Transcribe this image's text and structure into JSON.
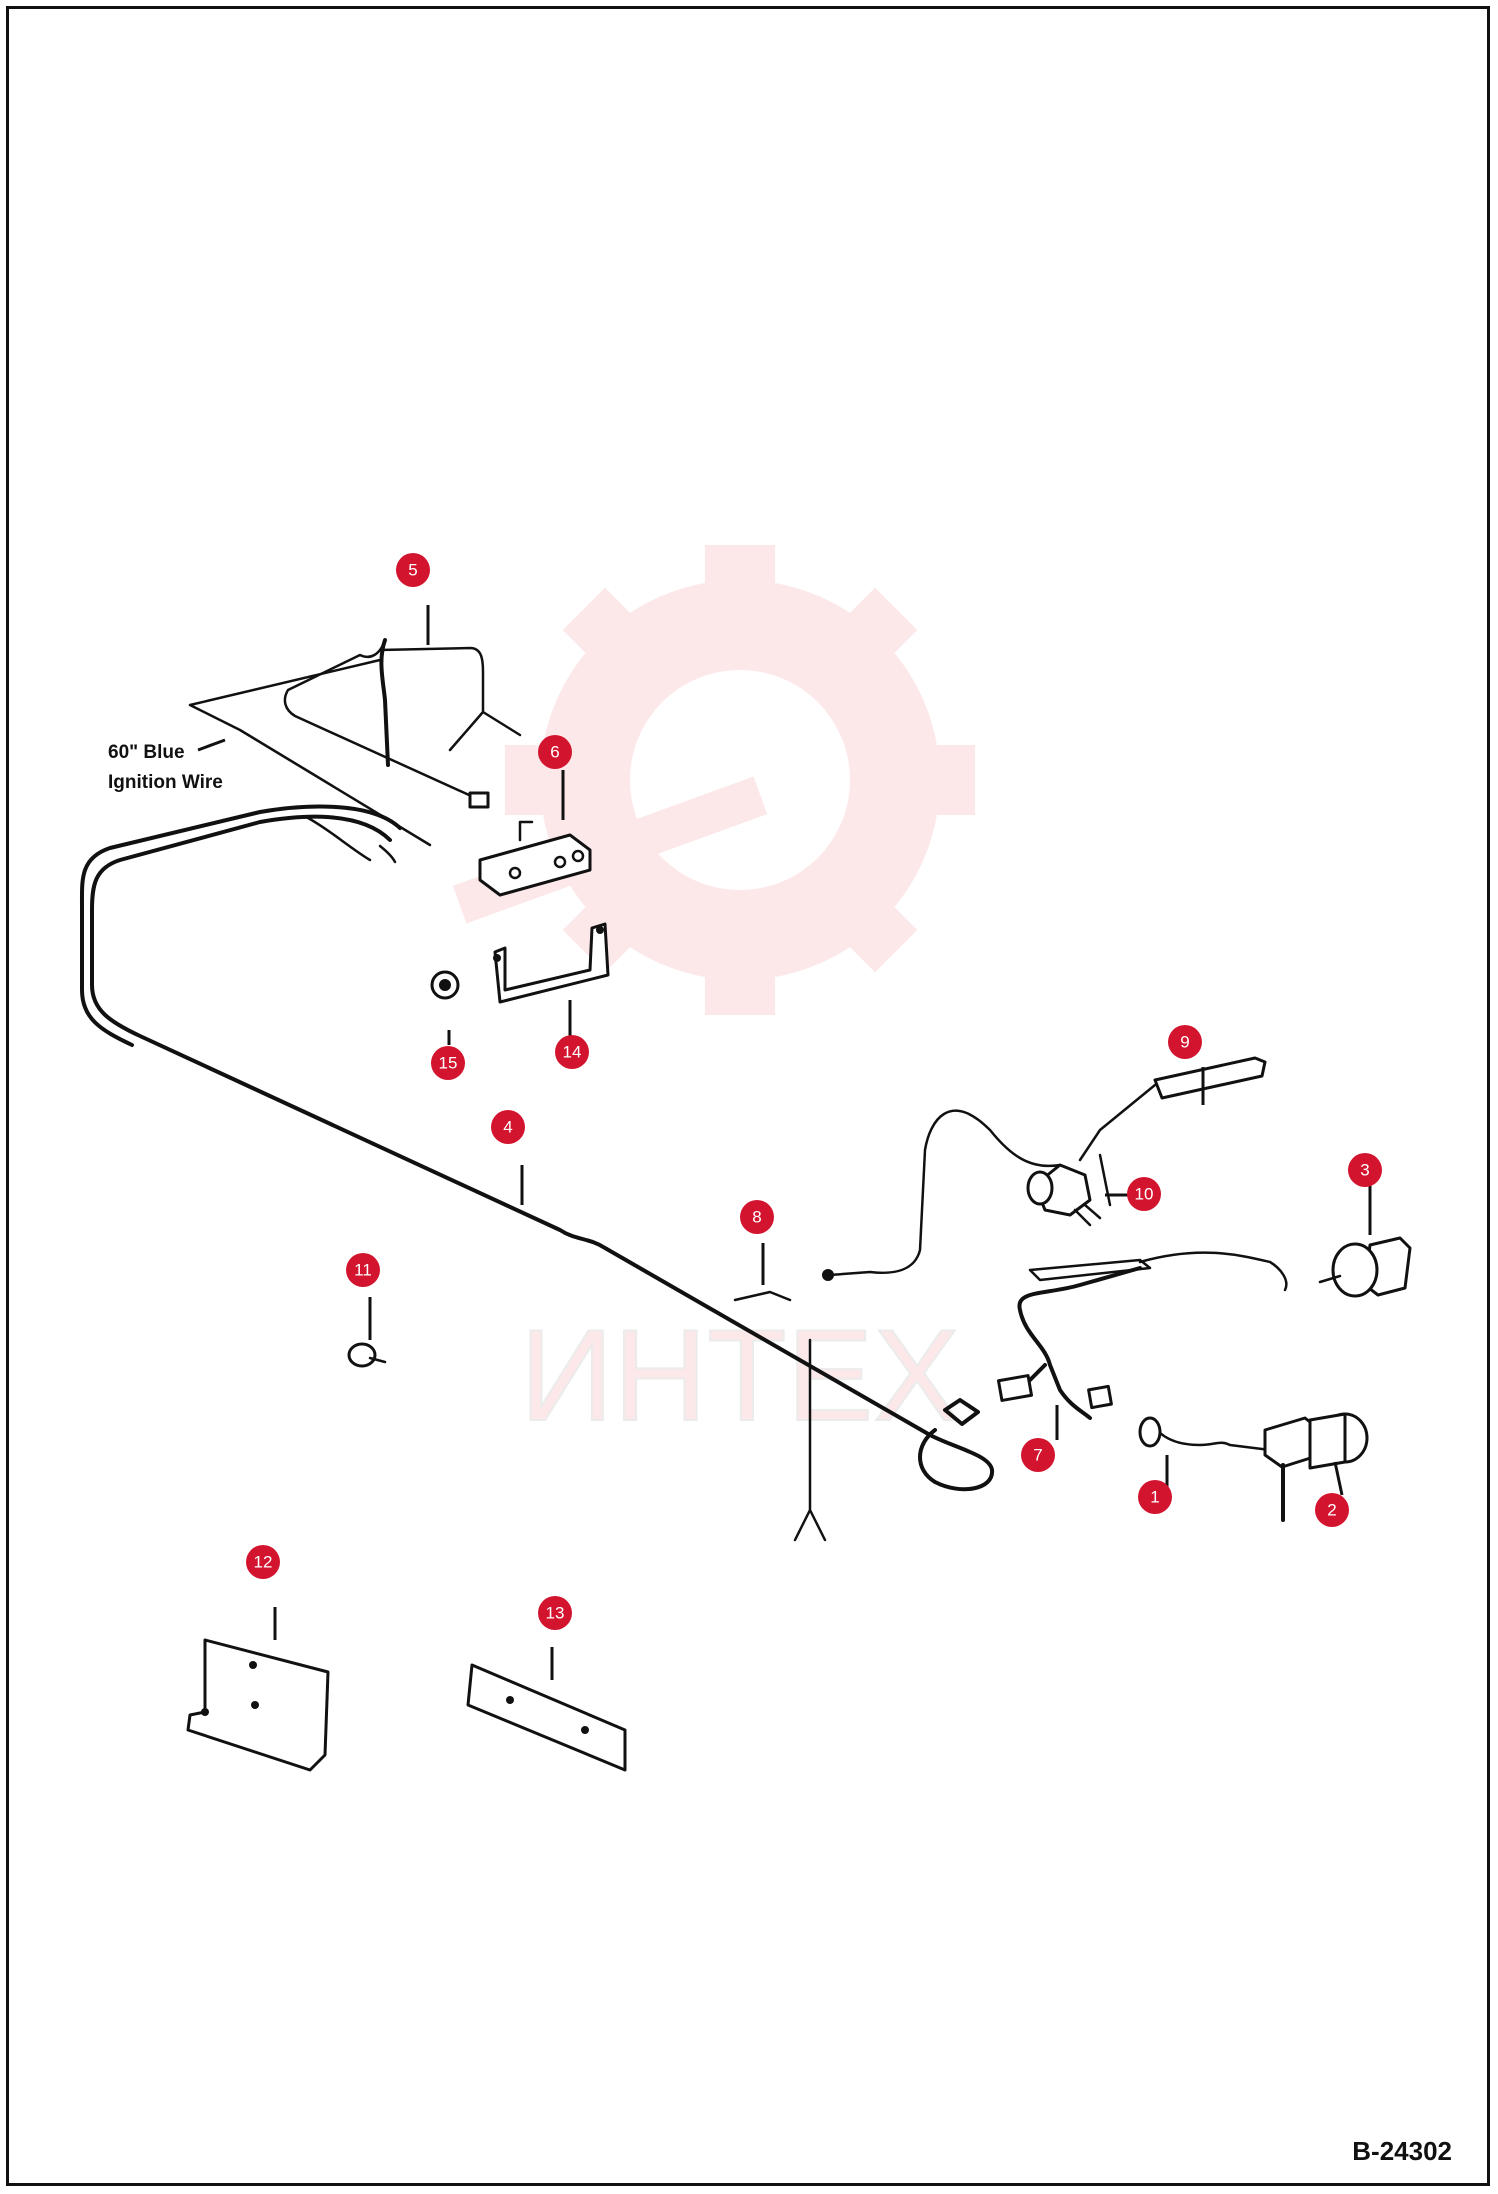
{
  "wire_label": [
    "60\" Blue",
    "Ignition Wire"
  ],
  "drawing_number": "B-24302",
  "watermark": {
    "text": "ИНТЕХ",
    "color": "#e8424a"
  },
  "callout_color": "#d3142f",
  "callouts": [
    "1",
    "2",
    "3",
    "4",
    "5",
    "6",
    "7",
    "8",
    "9",
    "10",
    "11",
    "12",
    "13",
    "14",
    "15"
  ]
}
